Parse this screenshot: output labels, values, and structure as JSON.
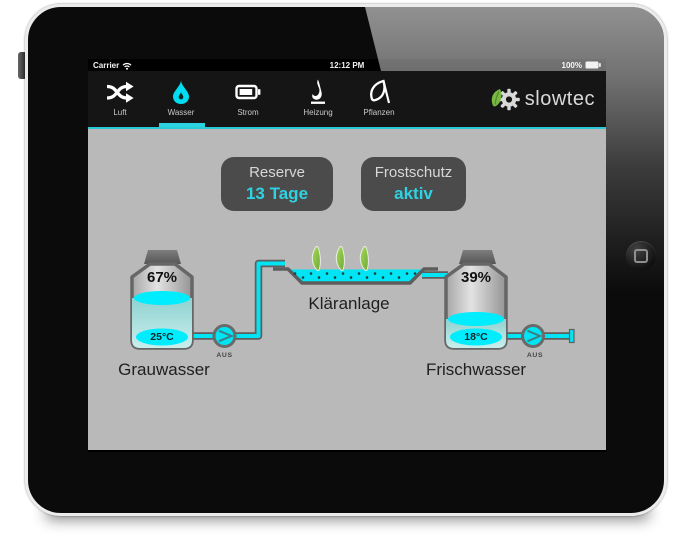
{
  "status_bar": {
    "carrier": "Carrier",
    "time": "12:12 PM",
    "battery_percent": "100%"
  },
  "tab_bar": {
    "tabs": [
      {
        "label": "Luft"
      },
      {
        "label": "Wasser",
        "active": true
      },
      {
        "label": "Strom"
      },
      {
        "label": "Heizung"
      },
      {
        "label": "Pflanzen"
      }
    ],
    "brand": "slowtec"
  },
  "info_buttons": [
    {
      "title": "Reserve",
      "value": "13 Tage"
    },
    {
      "title": "Frostschutz",
      "value": "aktiv"
    }
  ],
  "diagram": {
    "tanks": [
      {
        "name": "Grauwasser",
        "fill_percent": "67%",
        "temperature": "25°C",
        "pump_state": "AUS"
      },
      {
        "name": "Frischwasser",
        "fill_percent": "39%",
        "temperature": "18°C",
        "pump_state": "AUS"
      }
    ],
    "treatment_plant": {
      "label": "Kläranlage"
    }
  },
  "colors": {
    "accent_cyan": "#2ed3e3",
    "liquid_cyan": "#00e4f4",
    "leaf_green": "#7ab843",
    "content_bg": "#b9b9b9",
    "button_bg": "#4b4b4b"
  }
}
